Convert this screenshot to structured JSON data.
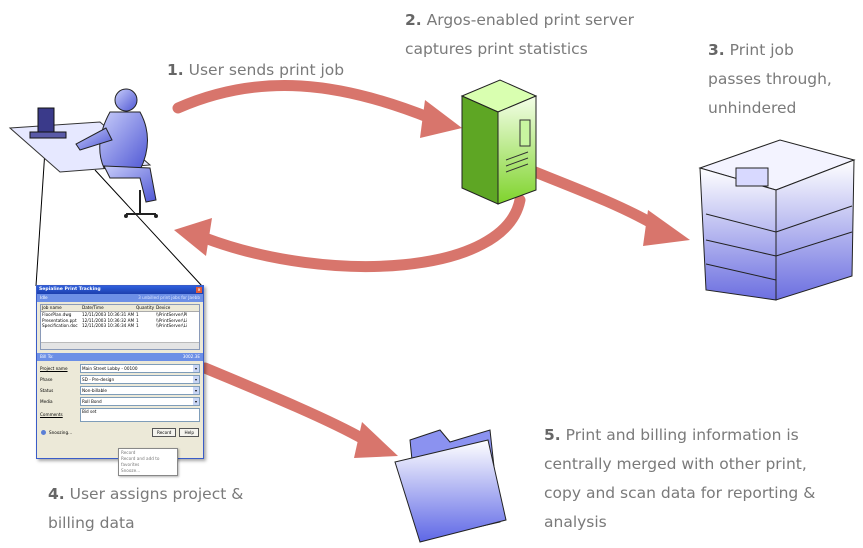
{
  "labels": {
    "step1": {
      "num": "1.",
      "text": "User sends print job"
    },
    "step2": {
      "num": "2.",
      "text1": "Argos-enabled print server",
      "text2": "captures print statistics"
    },
    "step3": {
      "num": "3.",
      "text1": "Print job",
      "text2": "passes through,",
      "text3": "unhindered"
    },
    "step4": {
      "num": "4.",
      "text1": "User assigns project &",
      "text2": "billing data"
    },
    "step5": {
      "num": "5.",
      "text1": "Print and billing information is",
      "text2": "centrally merged with other print,",
      "text3": "copy and scan data for reporting &",
      "text4": "analysis"
    }
  },
  "colors": {
    "arrow": "#d8756c",
    "server": "#9ddc4c",
    "printer": "#7d7fe6",
    "user": "#6b74e0",
    "folder": "#6f79ea"
  },
  "icons": [
    "user-at-desk-icon",
    "print-server-icon",
    "wide-format-printer-icon",
    "folder-icon"
  ],
  "app": {
    "title": "Sepialine Print Tracking",
    "band_left": "Idle",
    "band_right": "3 unbilled print jobs for Jaebb",
    "columns": [
      "Job name",
      "Date/Time",
      "Quantity",
      "Device"
    ],
    "rows": [
      [
        "FloorPlan.dwg",
        "12/11/2003 10:36:31 AM",
        "1",
        "\\\\PrintServer\\Pl"
      ],
      [
        "Presentation.ppt",
        "12/11/2003 10:36:32 AM",
        "1",
        "\\\\PrintServer\\Li"
      ],
      [
        "Specification.doc",
        "12/11/2003 10:36:34 AM",
        "1",
        "\\\\PrintServer\\Li"
      ]
    ],
    "bill_left": "Bill To:",
    "bill_right": "3002.3E",
    "fields": [
      {
        "label": "Project name",
        "value": "Main Street Lobby - 00100"
      },
      {
        "label": "Phase",
        "value": "SD - Pre-design"
      },
      {
        "label": "Status",
        "value": "Non-billable"
      },
      {
        "label": "Media",
        "value": "Roll Bond"
      }
    ],
    "comments_label": "Comments",
    "comments_value": "Bid set",
    "status": "Snoozing...",
    "record_button": "Record",
    "help_button": "Help",
    "menu": [
      "Record",
      "Record and add to favorites",
      "Snooze..."
    ]
  }
}
